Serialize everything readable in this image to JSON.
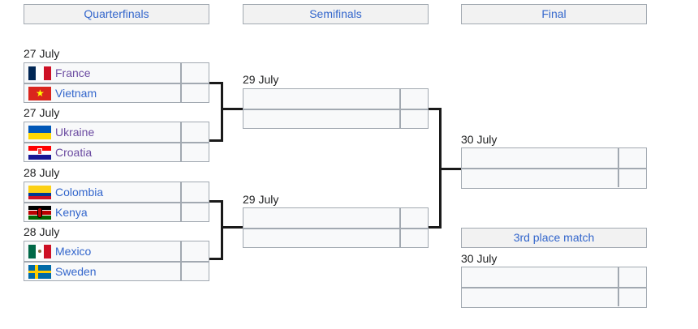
{
  "rounds": {
    "quarterfinals": "Quarterfinals",
    "semifinals": "Semifinals",
    "final": "Final",
    "third_place": "3rd place match"
  },
  "quarterfinals": [
    {
      "date": "27 July",
      "teams": [
        {
          "name": "France",
          "flag": "france-flag",
          "score": "",
          "visited": true
        },
        {
          "name": "Vietnam",
          "flag": "vietnam-flag",
          "score": "",
          "visited": false
        }
      ]
    },
    {
      "date": "27 July",
      "teams": [
        {
          "name": "Ukraine",
          "flag": "ukraine-flag",
          "score": "",
          "visited": true
        },
        {
          "name": "Croatia",
          "flag": "croatia-flag",
          "score": "",
          "visited": true
        }
      ]
    },
    {
      "date": "28 July",
      "teams": [
        {
          "name": "Colombia",
          "flag": "colombia-flag",
          "score": "",
          "visited": false
        },
        {
          "name": "Kenya",
          "flag": "kenya-flag",
          "score": "",
          "visited": false
        }
      ]
    },
    {
      "date": "28 July",
      "teams": [
        {
          "name": "Mexico",
          "flag": "mexico-flag",
          "score": "",
          "visited": false
        },
        {
          "name": "Sweden",
          "flag": "sweden-flag",
          "score": "",
          "visited": false
        }
      ]
    }
  ],
  "semifinals": [
    {
      "date": "29 July",
      "teams": [
        {
          "name": "",
          "score": ""
        },
        {
          "name": "",
          "score": ""
        }
      ]
    },
    {
      "date": "29 July",
      "teams": [
        {
          "name": "",
          "score": ""
        },
        {
          "name": "",
          "score": ""
        }
      ]
    }
  ],
  "final": {
    "date": "30 July",
    "teams": [
      {
        "name": "",
        "score": ""
      },
      {
        "name": "",
        "score": ""
      }
    ]
  },
  "third_place": {
    "date": "30 July",
    "teams": [
      {
        "name": "",
        "score": ""
      },
      {
        "name": "",
        "score": ""
      }
    ]
  },
  "colors": {
    "link": "#3366cc",
    "visited_link": "#6b4ba1",
    "border": "#a2a9b1",
    "header_bg": "#f2f2f2",
    "cell_bg": "#f8f9fa",
    "bracket_line": "#1a1a1a"
  }
}
